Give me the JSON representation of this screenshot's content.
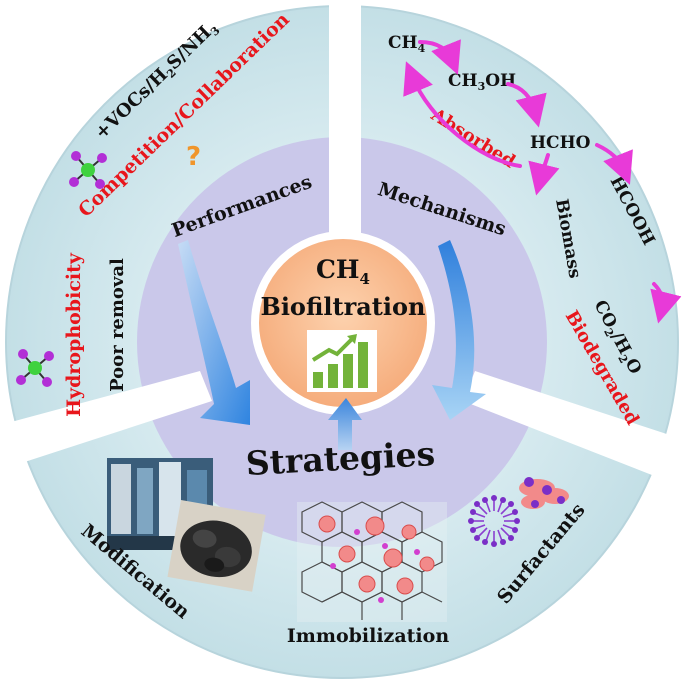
{
  "center": {
    "title_line1": "CH",
    "title_line1_sub": "4",
    "title_line2": "Biofiltration",
    "chart_icon": "growth-bar-chart-icon"
  },
  "labels": {
    "performances": "Performances",
    "mechanisms": "Mechanisms",
    "strategies": "Strategies"
  },
  "performances_panel": {
    "vocs_prefix": "+VOCs/H",
    "vocs_sub1": "2",
    "vocs_mid": "S/NH",
    "vocs_sub2": "3",
    "competition": "Competition/Collaboration",
    "question": "?",
    "hydrophobicity": "Hydrophobicity",
    "poor_removal": "Poor removal",
    "molecule_icon": "methane-molecule-icon"
  },
  "mechanisms_panel": {
    "ch4": "CH",
    "ch4_sub": "4",
    "ch3oh_a": "CH",
    "ch3oh_sub": "3",
    "ch3oh_b": "OH",
    "hcho": "HCHO",
    "hcooh": "HCOOH",
    "co2_a": "CO",
    "co2_sub1": "2",
    "co2_b": "/H",
    "co2_sub2": "2",
    "co2_c": "O",
    "biomass": "Biomass",
    "absorbed": "Absorbed",
    "biodegraded": "Biodegraded"
  },
  "strategies_panel": {
    "modification": "Modification",
    "immobilization": "Immobilization",
    "surfactants": "Surfactants",
    "photo_icon_1": "biofilter-equipment-photo",
    "photo_icon_2": "packing-material-photo",
    "framework_icon": "porous-framework-icon",
    "micelle_icon": "surfactant-micelle-icon"
  },
  "colors": {
    "outer_ring": "#cfe6ec",
    "inner_ring": "#c9c8ea",
    "center": "#f8b788",
    "red_text": "#e8161c",
    "magenta_arrow": "#e83ad8",
    "blue_arrow": "#3b8de8"
  }
}
